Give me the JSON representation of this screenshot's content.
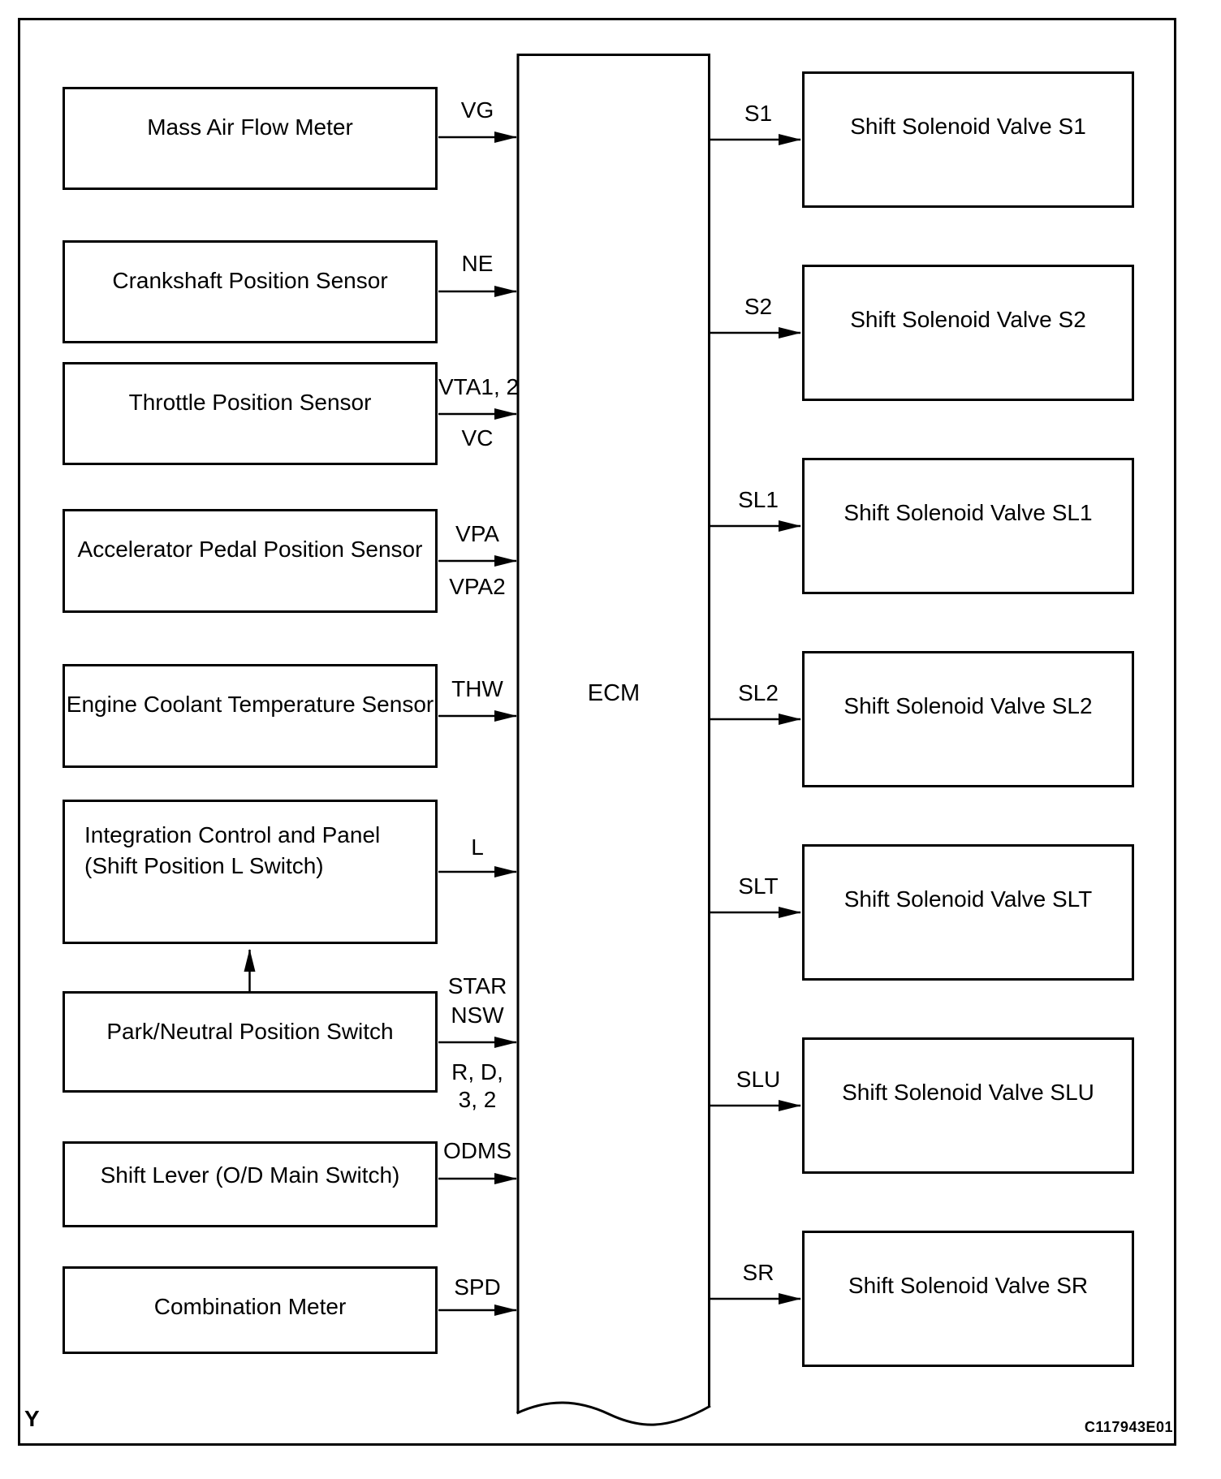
{
  "page": {
    "ecm_label": "ECM",
    "footer_left": "Y",
    "footer_right": "C117943E01"
  },
  "sensors": [
    {
      "label": "Mass Air Flow Meter",
      "sig_a1": "VG"
    },
    {
      "label": "Crankshaft Position Sensor",
      "sig_a1": "NE"
    },
    {
      "label": "Throttle Position Sensor",
      "sig_a1": "VTA1, 2",
      "sig_b1": "VC"
    },
    {
      "label": "Accelerator Pedal Position Sensor",
      "sig_a1": "VPA",
      "sig_b1": "VPA2"
    },
    {
      "label": "Engine Coolant Temperature Sensor",
      "sig_a1": "THW"
    },
    {
      "label": "Integration Control and Panel",
      "label2": "(Shift Position L Switch)",
      "sig_a1": "L"
    },
    {
      "label": "Park/Neutral Position Switch",
      "sig_a1": "STAR",
      "sig_a2": "NSW",
      "sig_b1": "R, D,",
      "sig_b2": "3, 2"
    },
    {
      "label": "Shift Lever (O/D Main Switch)",
      "sig_a1": "ODMS"
    },
    {
      "label": "Combination Meter",
      "sig_a1": "SPD"
    }
  ],
  "solenoids": [
    {
      "signal": "S1",
      "label": "Shift Solenoid Valve S1"
    },
    {
      "signal": "S2",
      "label": "Shift Solenoid Valve S2"
    },
    {
      "signal": "SL1",
      "label": "Shift Solenoid Valve SL1"
    },
    {
      "signal": "SL2",
      "label": "Shift Solenoid Valve SL2"
    },
    {
      "signal": "SLT",
      "label": "Shift Solenoid Valve SLT"
    },
    {
      "signal": "SLU",
      "label": "Shift Solenoid Valve SLU"
    },
    {
      "signal": "SR",
      "label": "Shift Solenoid Valve SR"
    }
  ]
}
